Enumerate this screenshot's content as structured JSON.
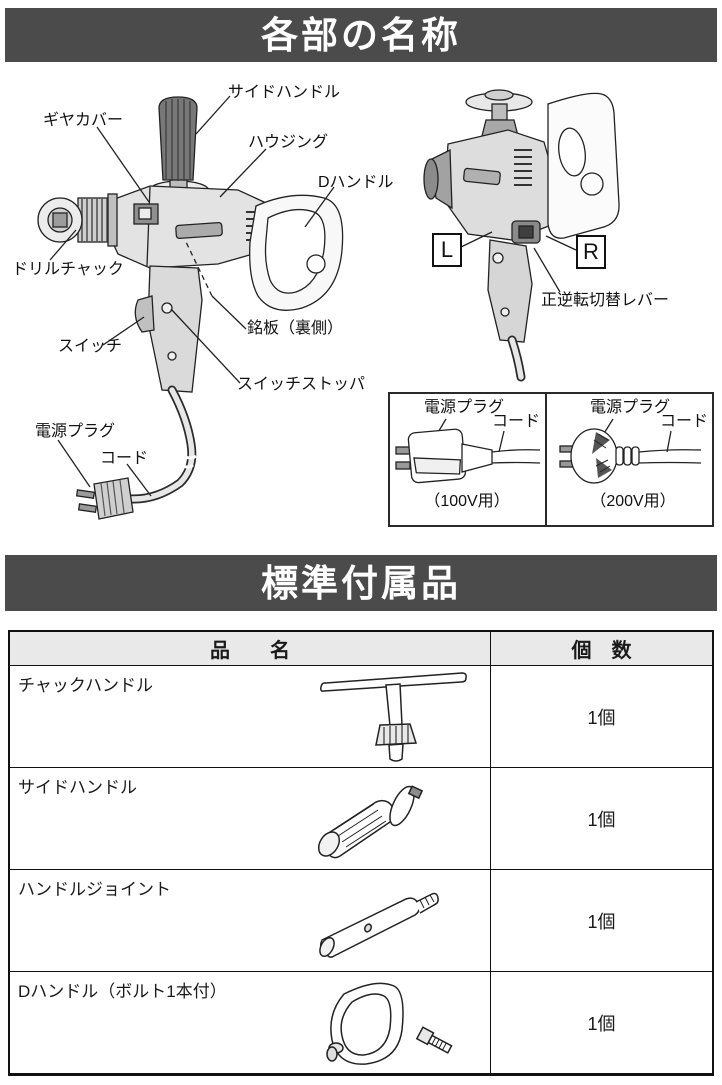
{
  "parts": {
    "title": "各部の名称",
    "labels": {
      "side_handle": "サイドハンドル",
      "gear_cover": "ギヤカバー",
      "housing": "ハウジング",
      "d_handle": "Dハンドル",
      "drill_chuck": "ドリルチャック",
      "switch": "スイッチ",
      "nameplate": "銘板（裏側）",
      "switch_stopper": "スイッチストッパ",
      "power_plug": "電源プラグ",
      "cord": "コード",
      "reverse_lever": "正逆転切替レバー"
    },
    "marks": {
      "left": "L",
      "right": "R"
    },
    "plug_box": {
      "cells": [
        {
          "plug_label": "電源プラグ",
          "cord_label": "コード",
          "voltage": "（100V用）"
        },
        {
          "plug_label": "電源プラグ",
          "cord_label": "コード",
          "voltage": "（200V用）"
        }
      ]
    }
  },
  "accessories": {
    "title": "標準付属品",
    "table": {
      "headers": {
        "name": "品　　名",
        "qty": "個　数"
      },
      "rows": [
        {
          "name": "チャックハンドル",
          "qty": "1個",
          "icon": "chuck-handle-key-illustration"
        },
        {
          "name": "サイドハンドル",
          "qty": "1個",
          "icon": "side-handle-illustration"
        },
        {
          "name": "ハンドルジョイント",
          "qty": "1個",
          "icon": "handle-joint-illustration"
        },
        {
          "name": "Dハンドル（ボルト1本付）",
          "qty": "1個",
          "icon": "d-handle-with-bolt-illustration"
        }
      ]
    }
  },
  "colors": {
    "section_band_bg": "#4b4b4b",
    "section_band_text": "#ffffff",
    "table_header_bg": "#e9e9e9",
    "line": "#111111",
    "tool_shade": "#d9d9d9"
  }
}
